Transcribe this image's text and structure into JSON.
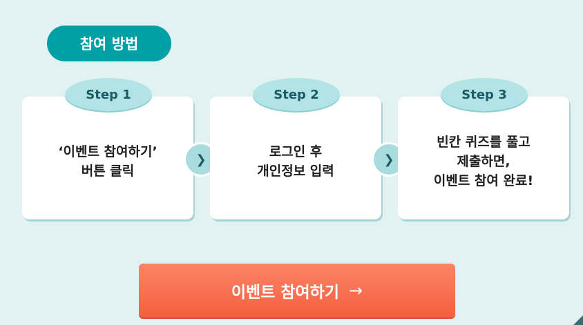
{
  "section": {
    "title": "참여 방법"
  },
  "steps": [
    {
      "label": "Step 1",
      "desc": "‘이벤트 참여하기’\n버튼 클릭"
    },
    {
      "label": "Step 2",
      "desc": "로그인 후\n개인정보 입력"
    },
    {
      "label": "Step 3",
      "desc": "빈칸 퀴즈를 풀고\n제출하면,\n이벤트 참여 완료!"
    }
  ],
  "arrows": {
    "glyph": "❯"
  },
  "cta": {
    "label": "이벤트 참여하기",
    "arrow": "→"
  },
  "colors": {
    "background": "#e2f2f3",
    "badge": "#00a0a6",
    "step_label": "#b2e4e5",
    "cta": "#f55f3f"
  }
}
